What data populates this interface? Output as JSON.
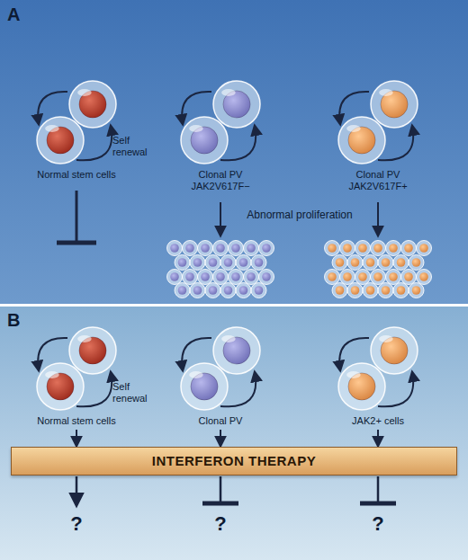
{
  "diagram": {
    "nodes": [
      {
        "text": [
          "Normal stem cells"
        ]
      },
      {
        "text": [
          "Clonal PV JAK2V617F−"
        ]
      },
      {
        "text": [
          "Clonal PV JAK2V617F+"
        ]
      },
      {
        "text": [
          "Normal stem cells"
        ]
      },
      {
        "text": [
          "Clonal PV"
        ]
      },
      {
        "text": [
          "JAK2+ cells"
        ]
      },
      {
        "text": [
          "INTERFERON THERAPY"
        ]
      }
    ],
    "edges": [
      {
        "from": 3,
        "to": 6,
        "arrow": "to"
      },
      {
        "from": 4,
        "to": 6,
        "arrow": "to"
      },
      {
        "from": 5,
        "to": 6,
        "arrow": "to"
      }
    ],
    "labels": [
      "A",
      "Self renewal",
      "Abnormal proliferation",
      "B",
      "Self renewal",
      "?",
      "?",
      "?"
    ]
  }
}
